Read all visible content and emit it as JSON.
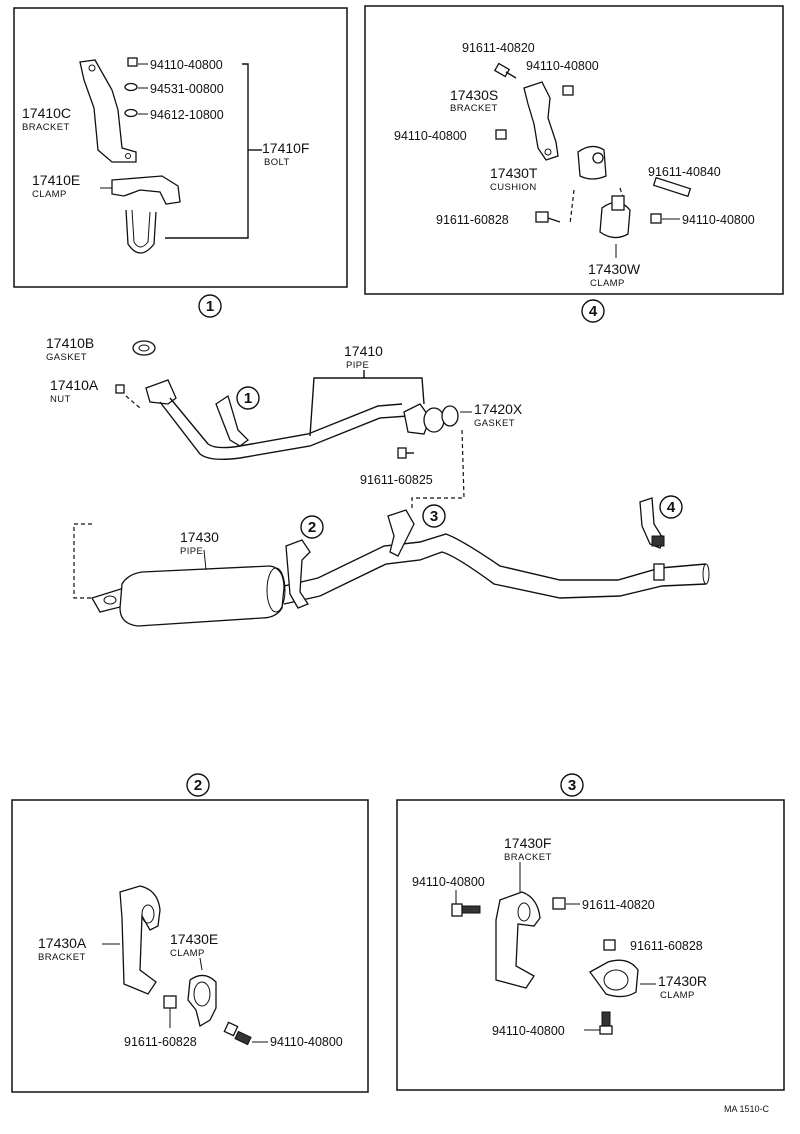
{
  "callouts": {
    "c1": "1",
    "c2": "2",
    "c3": "3",
    "c4": "4"
  },
  "box1": {
    "n_94110_40800": "94110-40800",
    "n_94531_00800": "94531-00800",
    "n_94612_10800": "94612-10800",
    "bracket_pn": "17410C",
    "bracket_desc": "BRACKET",
    "bolt_pn": "17410F",
    "bolt_desc": "BOLT",
    "clamp_pn": "17410E",
    "clamp_desc": "CLAMP"
  },
  "box4": {
    "n_91611_40820": "91611-40820",
    "n_94110_40800_a": "94110-40800",
    "bracket_pn": "17430S",
    "bracket_desc": "BRACKET",
    "n_94110_40800_b": "94110-40800",
    "cushion_pn": "17430T",
    "cushion_desc": "CUSHION",
    "n_91611_40840": "91611-40840",
    "n_91611_60828": "91611-60828",
    "n_94110_40800_c": "94110-40800",
    "clamp_pn": "17430W",
    "clamp_desc": "CLAMP"
  },
  "main": {
    "gasket_b_pn": "17410B",
    "gasket_b_desc": "GASKET",
    "nut_pn": "17410A",
    "nut_desc": "NUT",
    "pipe_pn": "17410",
    "pipe_desc": "PIPE",
    "gasket_x_pn": "17420X",
    "gasket_x_desc": "GASKET",
    "bolt_pn": "91611-60825",
    "muffler_pn": "17430",
    "muffler_desc": "PIPE"
  },
  "box2": {
    "bracket_pn": "17430A",
    "bracket_desc": "BRACKET",
    "clamp_pn": "17430E",
    "clamp_desc": "CLAMP",
    "n_91611_60828": "91611-60828",
    "n_94110_40800": "94110-40800"
  },
  "box3": {
    "bracket_pn": "17430F",
    "bracket_desc": "BRACKET",
    "n_94110_40800_a": "94110-40800",
    "n_91611_40820": "91611-40820",
    "n_91611_60828": "91611-60828",
    "clamp_pn": "17430R",
    "clamp_desc": "CLAMP",
    "n_94110_40800_b": "94110-40800"
  },
  "footer": {
    "code": "MA  1510-C"
  }
}
